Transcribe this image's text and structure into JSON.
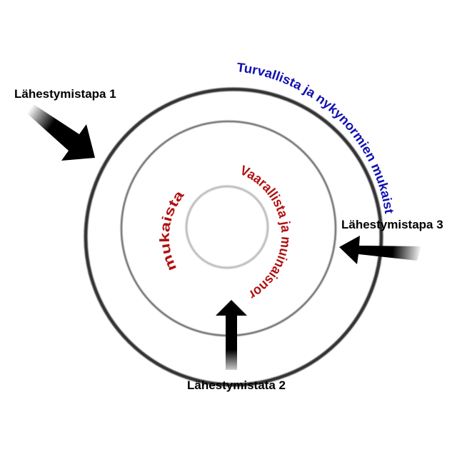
{
  "labels": {
    "approach1": "Lähestymistapa 1",
    "approach2": "Lähestymistata 2",
    "approach3": "Lähestymistapa 3"
  },
  "arc_texts": {
    "outer": "Turvallista ja nykynormien mukaista",
    "inner_right": "Vaarallista ja muinaisnormien",
    "inner_left": "mukaista"
  },
  "colors": {
    "outer_arc_text": "#1010b0",
    "inner_arc_text": "#b01010",
    "outer_ring": "#333333",
    "middle_ring": "#666666",
    "inner_ring": "#bbbbbb",
    "arrow": "#000000"
  }
}
